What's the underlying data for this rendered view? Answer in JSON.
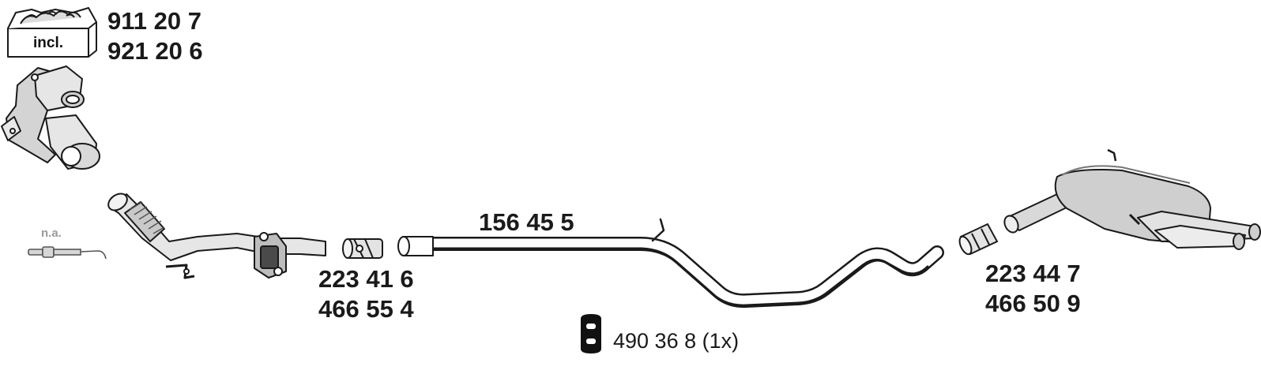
{
  "kit": {
    "incl_label": "incl.",
    "part_numbers": [
      "911 20 7",
      "921 20 6"
    ]
  },
  "sensor": {
    "label": "n.a."
  },
  "front_pipe_clamp": {
    "part_numbers": [
      "223 41 6",
      "466 55 4"
    ]
  },
  "middle_pipe": {
    "part_number": "156 45 5"
  },
  "rear_clamp": {
    "part_numbers": [
      "223 44 7",
      "466 50 9"
    ]
  },
  "mounting": {
    "part_number": "490 36 8 (1x)"
  },
  "colors": {
    "ink": "#1a1a1a",
    "part_fill": "#e6e6e6",
    "part_shade": "#b9b9b9",
    "note_grey": "#9a9a9a"
  },
  "icons": [
    "box-icon",
    "catalytic-converter-icon",
    "lambda-sensor-icon",
    "front-pipe-icon",
    "pipe-clamp-icon",
    "middle-pipe-icon",
    "rear-silencer-icon",
    "rubber-mount-icon"
  ]
}
